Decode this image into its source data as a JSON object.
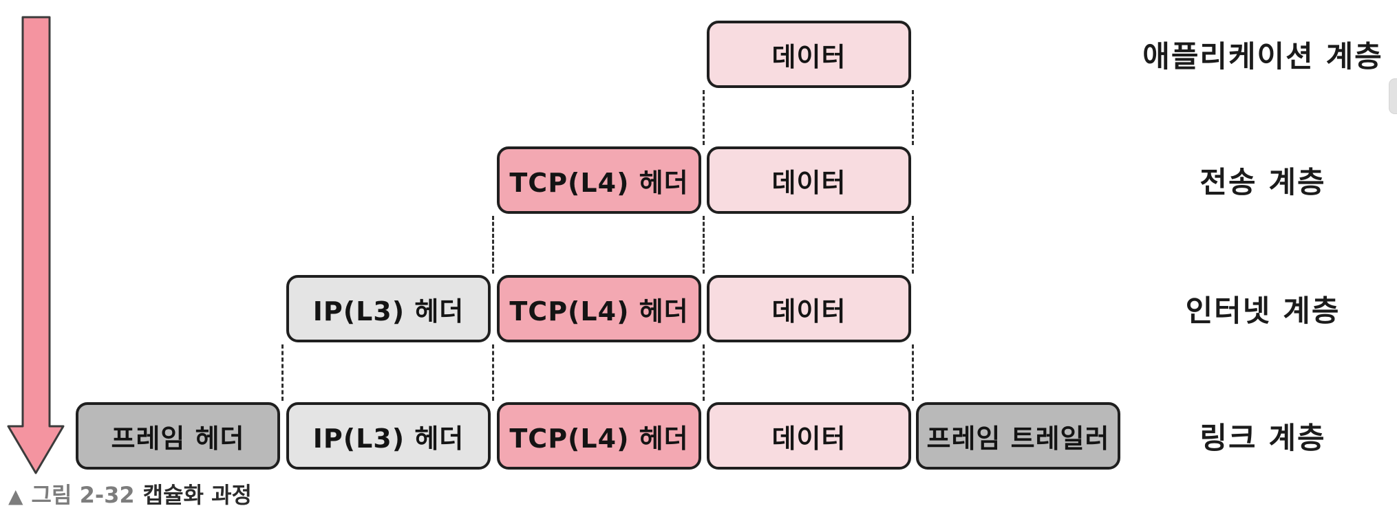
{
  "figure": {
    "caption_marker": "▲",
    "caption_label": "그림 2-32",
    "caption_title": "캡슐화 과정"
  },
  "colors": {
    "data_box": "#f8dce0",
    "tcp_box": "#f3a8b2",
    "ip_box": "#e4e4e4",
    "frame_box": "#b9b9b9",
    "box_border": "#1f1f1f",
    "arrow_fill": "#f494a0",
    "caption_gray": "#7d7d7d",
    "text": "#141414"
  },
  "layers": [
    {
      "label": "애플리케이션 계층",
      "boxes": [
        {
          "text": "데이터"
        }
      ]
    },
    {
      "label": "전송 계층",
      "boxes": [
        {
          "text": "TCP(L4) 헤더"
        },
        {
          "text": "데이터"
        }
      ]
    },
    {
      "label": "인터넷 계층",
      "boxes": [
        {
          "text": "IP(L3) 헤더"
        },
        {
          "text": "TCP(L4) 헤더"
        },
        {
          "text": "데이터"
        }
      ]
    },
    {
      "label": "링크 계층",
      "boxes": [
        {
          "text": "프레임 헤더"
        },
        {
          "text": "IP(L3) 헤더"
        },
        {
          "text": "TCP(L4) 헤더"
        },
        {
          "text": "데이터"
        },
        {
          "text": "프레임 트레일러"
        }
      ]
    }
  ]
}
